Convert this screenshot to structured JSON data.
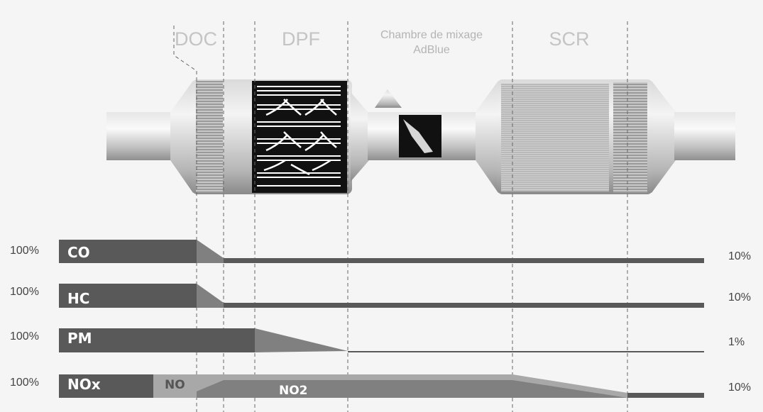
{
  "sections": {
    "doc": "DOC",
    "dpf": "DPF",
    "mix_line1": "Chambre de mixage",
    "mix_line2": "AdBlue",
    "scr": "SCR"
  },
  "rows": [
    {
      "name": "CO",
      "start": "100%",
      "end": "10%"
    },
    {
      "name": "HC",
      "start": "100%",
      "end": "10%"
    },
    {
      "name": "PM",
      "start": "100%",
      "end": "1%"
    },
    {
      "name": "NOx",
      "start": "100%",
      "end": "10%",
      "sub1": "NO",
      "sub2": "NO2"
    }
  ],
  "colors": {
    "bar_dark": "#595959",
    "bar_mid": "#808080",
    "bar_light": "#a8a8a8",
    "background": "#f5f5f5"
  }
}
